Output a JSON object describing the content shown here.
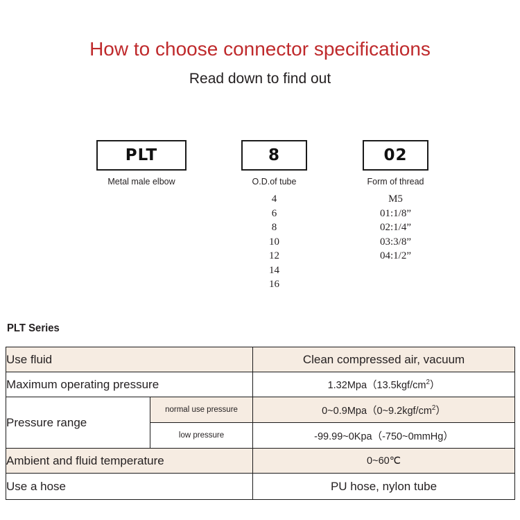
{
  "header": {
    "title": "How to choose connector specifications",
    "subtitle": "Read down to find out"
  },
  "code_groups": [
    {
      "code": "PLT",
      "caption": "Metal male elbow",
      "options": []
    },
    {
      "code": "8",
      "caption": "O.D.of tube",
      "options": [
        "4",
        "6",
        "8",
        "10",
        "12",
        "14",
        "16"
      ]
    },
    {
      "code": "02",
      "caption": "Form of thread",
      "options": [
        "M5",
        "01:1/8”",
        "02:1/4”",
        "03:3/8”",
        "04:1/2”"
      ]
    }
  ],
  "series": {
    "heading": "PLT Series"
  },
  "spec_table": {
    "rows": [
      {
        "label": "Use fluid",
        "sublabel": null,
        "value": "Clean compressed air, vacuum",
        "shade": "beige",
        "value_size": "normal"
      },
      {
        "label": "Maximum operating pressure",
        "sublabel": null,
        "value": "1.32Mpa（13.5kgf/cm²）",
        "shade": "white",
        "value_size": "small"
      },
      {
        "label": "Pressure range",
        "sublabel": "normal use pressure",
        "value": "0~0.9Mpa（0~9.2kgf/cm²）",
        "shade": "beige",
        "value_size": "small"
      },
      {
        "label": null,
        "sublabel": "low pressure",
        "value": "-99.99~0Kpa（-750~0mmHg）",
        "shade": "white",
        "value_size": "small"
      },
      {
        "label": "Ambient and fluid temperature",
        "sublabel": null,
        "value": "0~60℃",
        "shade": "beige",
        "value_size": "small"
      },
      {
        "label": "Use a hose",
        "sublabel": null,
        "value": "PU hose, nylon tube",
        "shade": "white",
        "value_size": "normal"
      }
    ]
  },
  "colors": {
    "title_red": "#bf2a2c",
    "row_beige": "#f6ece2",
    "border": "#1a1a1a",
    "text": "#231f20"
  }
}
